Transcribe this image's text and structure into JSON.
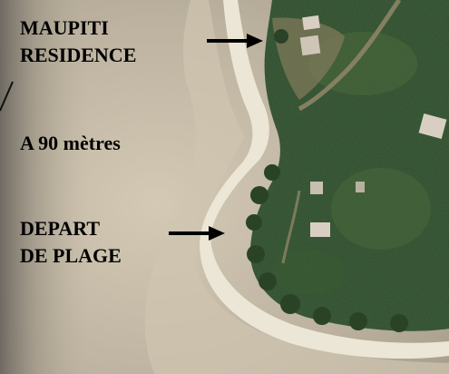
{
  "labels": {
    "residence_line1": "MAUPITI",
    "residence_line2": "RESIDENCE",
    "distance": "A 90 mètres",
    "beach_line1": "DEPART",
    "beach_line2": "DE PLAGE"
  },
  "colors": {
    "water": "#bdb3a0",
    "beach_sand": "#ece6d6",
    "vegetation_dark": "#233a22",
    "vegetation_mid": "#3d5a34",
    "roof": "#d8cfc2",
    "arrow": "#000000"
  },
  "icons": {
    "arrow": "arrow-right-icon",
    "building": "building-icon"
  }
}
